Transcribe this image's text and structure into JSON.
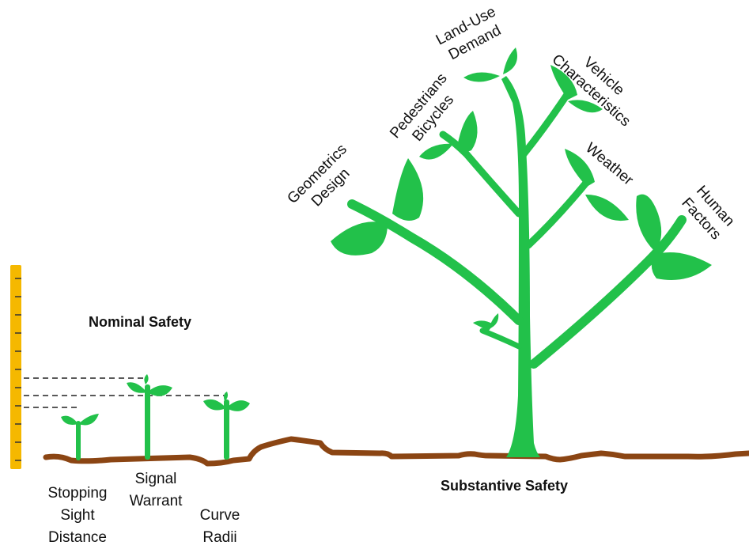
{
  "title_left": "Nominal Safety",
  "title_right": "Substantive Safety",
  "seedlings": [
    {
      "lines": [
        "Stopping",
        "Sight",
        "Distance"
      ]
    },
    {
      "lines": [
        "Signal",
        "Warrant"
      ]
    },
    {
      "lines": [
        "Curve",
        "Radii"
      ]
    }
  ],
  "tree_labels": {
    "geometrics": [
      "Geometrics",
      "Design"
    ],
    "pedestrians": [
      "Pedestrians",
      "Bicycles"
    ],
    "landuse": [
      "Land-Use",
      "Demand"
    ],
    "vehicle": [
      "Vehicle",
      "Characteristics"
    ],
    "weather": [
      "Weather"
    ],
    "human": [
      "Human",
      "Factors"
    ]
  },
  "colors": {
    "plant": "#22c14a",
    "soil": "#8b4513",
    "ruler": "#f5b800",
    "text": "#111111"
  }
}
